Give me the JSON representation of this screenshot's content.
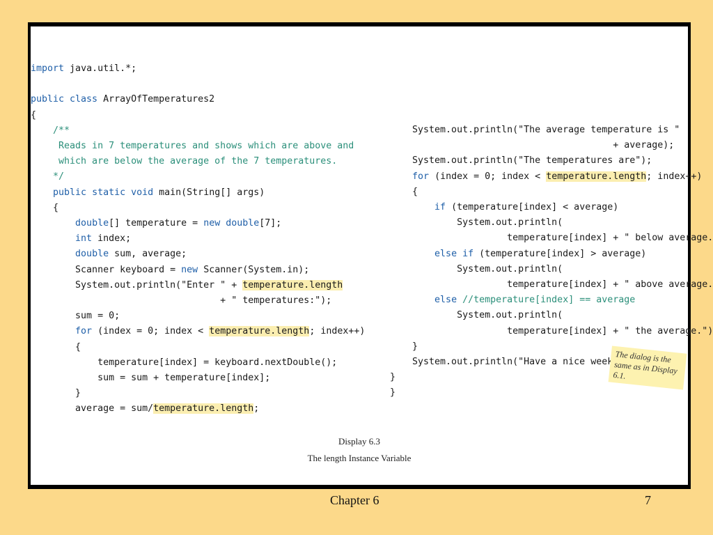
{
  "code_left": [
    [
      {
        "t": "import",
        "k": "kw"
      },
      {
        "t": " java.util.*;"
      }
    ],
    [],
    [
      {
        "t": "public class",
        "k": "kw"
      },
      {
        "t": " ArrayOfTemperatures2"
      }
    ],
    [
      {
        "t": "{"
      }
    ],
    [
      {
        "t": "    /**",
        "k": "cm"
      }
    ],
    [
      {
        "t": "     Reads in 7 temperatures and shows which are above and",
        "k": "cm"
      }
    ],
    [
      {
        "t": "     which are below the average of the 7 temperatures.",
        "k": "cm"
      }
    ],
    [
      {
        "t": "    */",
        "k": "cm"
      }
    ],
    [
      {
        "t": "    "
      },
      {
        "t": "public static void",
        "k": "kw"
      },
      {
        "t": " main(String[] args)"
      }
    ],
    [
      {
        "t": "    {"
      }
    ],
    [
      {
        "t": "        "
      },
      {
        "t": "double",
        "k": "kw"
      },
      {
        "t": "[] temperature = "
      },
      {
        "t": "new",
        "k": "kw"
      },
      {
        "t": " "
      },
      {
        "t": "double",
        "k": "kw"
      },
      {
        "t": "[7];"
      }
    ],
    [
      {
        "t": "        "
      },
      {
        "t": "int",
        "k": "kw"
      },
      {
        "t": " index;"
      }
    ],
    [
      {
        "t": "        "
      },
      {
        "t": "double",
        "k": "kw"
      },
      {
        "t": " sum, average;"
      }
    ],
    [
      {
        "t": "        Scanner keyboard = "
      },
      {
        "t": "new",
        "k": "kw"
      },
      {
        "t": " Scanner(System.in);"
      }
    ],
    [
      {
        "t": "        System.out.println(\"Enter \" + "
      },
      {
        "t": "temperature.length",
        "k": "hl"
      }
    ],
    [
      {
        "t": "                                  + \" temperatures:\");"
      }
    ],
    [
      {
        "t": "        sum = 0;"
      }
    ],
    [
      {
        "t": "        "
      },
      {
        "t": "for",
        "k": "kw"
      },
      {
        "t": " (index = 0; index < "
      },
      {
        "t": "temperature.length",
        "k": "hl"
      },
      {
        "t": "; index++)"
      }
    ],
    [
      {
        "t": "        {"
      }
    ],
    [
      {
        "t": "            temperature[index] = keyboard.nextDouble();"
      }
    ],
    [
      {
        "t": "            sum = sum + temperature[index];"
      }
    ],
    [
      {
        "t": "        }"
      }
    ],
    [
      {
        "t": "        average = sum/"
      },
      {
        "t": "temperature.length",
        "k": "hl"
      },
      {
        "t": ";"
      }
    ]
  ],
  "code_right": [
    [
      {
        "t": "    System.out.println(\"The average temperature is \""
      }
    ],
    [
      {
        "t": "                                        + average);"
      }
    ],
    [
      {
        "t": "    System.out.println(\"The temperatures are\");"
      }
    ],
    [
      {
        "t": "    "
      },
      {
        "t": "for",
        "k": "kw"
      },
      {
        "t": " (index = 0; index < "
      },
      {
        "t": "temperature.length",
        "k": "hl"
      },
      {
        "t": "; index++)"
      }
    ],
    [
      {
        "t": "    {"
      }
    ],
    [
      {
        "t": "        "
      },
      {
        "t": "if",
        "k": "kw"
      },
      {
        "t": " (temperature[index] < average)"
      }
    ],
    [
      {
        "t": "            System.out.println("
      }
    ],
    [
      {
        "t": "                     temperature[index] + \" below average.\");"
      }
    ],
    [
      {
        "t": "        "
      },
      {
        "t": "else if",
        "k": "kw"
      },
      {
        "t": " (temperature[index] > average)"
      }
    ],
    [
      {
        "t": "            System.out.println("
      }
    ],
    [
      {
        "t": "                     temperature[index] + \" above average.\");"
      }
    ],
    [
      {
        "t": "        "
      },
      {
        "t": "else",
        "k": "kw"
      },
      {
        "t": " "
      },
      {
        "t": "//temperature[index] == average",
        "k": "cm"
      }
    ],
    [
      {
        "t": "            System.out.println("
      }
    ],
    [
      {
        "t": "                     temperature[index] + \" the average.\");"
      }
    ],
    [
      {
        "t": "    }"
      }
    ],
    [
      {
        "t": "    System.out.println(\"Have a nice week.\");"
      }
    ],
    [
      {
        "t": "}"
      }
    ],
    [
      {
        "t": "}"
      }
    ]
  ],
  "note": "The dialog is the same as in Display 6.1.",
  "caption": {
    "display": "Display 6.3",
    "title": "The length Instance Variable"
  },
  "footer": {
    "chapter": "Chapter 6",
    "page": "7"
  },
  "colors": {
    "background": "#fcd98a",
    "keyword": "#1f5fa8",
    "comment": "#2b8f7a",
    "highlight": "#fbeeb0"
  }
}
